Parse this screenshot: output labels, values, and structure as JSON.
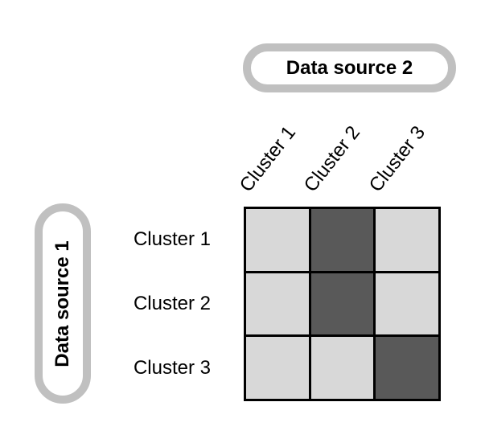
{
  "diagram": {
    "source2": {
      "label": "Data source 2"
    },
    "source1": {
      "label": "Data source 1"
    },
    "columns": [
      "Cluster 1",
      "Cluster 2",
      "Cluster 3"
    ],
    "rows": [
      "Cluster 1",
      "Cluster 2",
      "Cluster 3"
    ],
    "cells": [
      [
        "light",
        "dark",
        "light"
      ],
      [
        "light",
        "dark",
        "light"
      ],
      [
        "light",
        "light",
        "dark"
      ]
    ]
  },
  "colors": {
    "background": "#ffffff",
    "pill_border": "#c0c0c0",
    "pill_fill": "#ffffff",
    "light_cell": "#d8d8d8",
    "dark_cell": "#595959",
    "grid_line": "#000000",
    "text": "#000000"
  }
}
